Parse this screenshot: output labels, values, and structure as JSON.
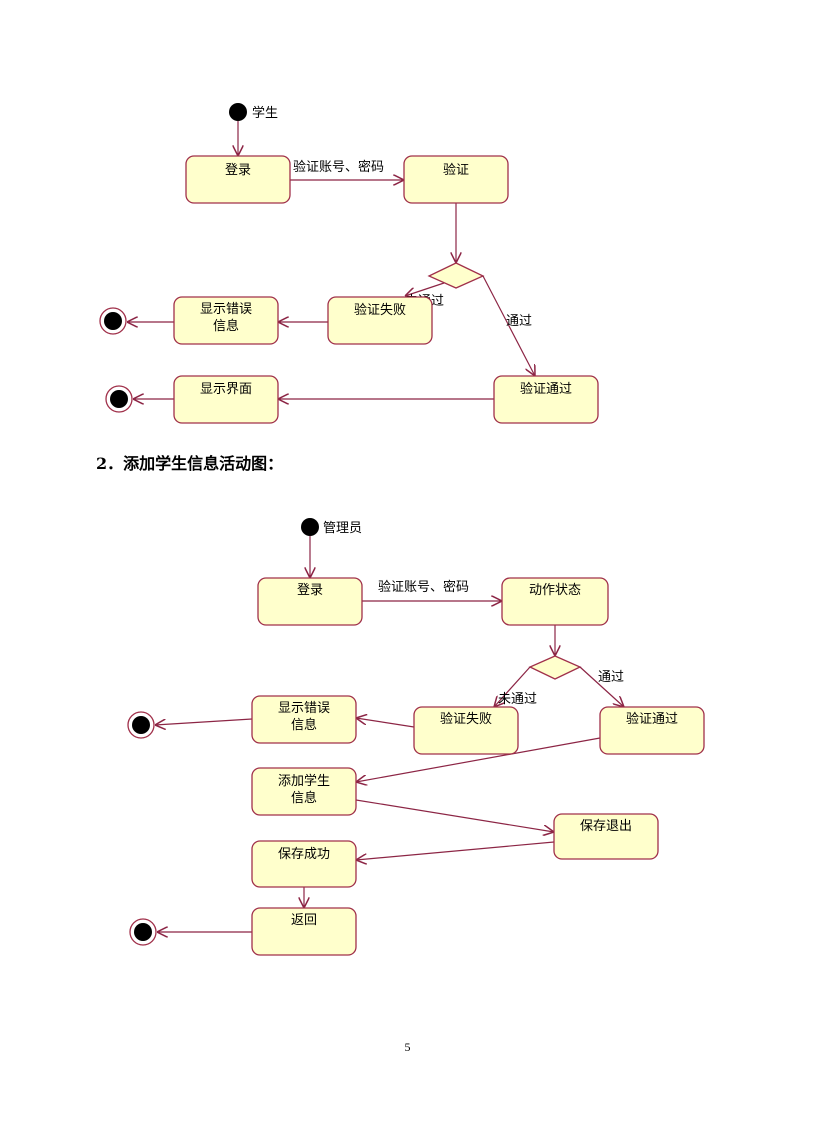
{
  "section_heading": "2．添加学生信息活动图：",
  "page_number": "5",
  "diagram1": {
    "actor": "学生",
    "nodes": {
      "login": [
        "登录"
      ],
      "verify": [
        "验证"
      ],
      "fail": [
        "验证失败"
      ],
      "error": [
        "显示错误",
        "信息"
      ],
      "pass": [
        "验证通过"
      ],
      "show": [
        "显示界面"
      ]
    },
    "edge_labels": {
      "login_to_verify": "验证账号、密码",
      "not_pass": "未通过",
      "pass": "通过"
    }
  },
  "diagram2": {
    "actor": "管理员",
    "nodes": {
      "login": [
        "登录"
      ],
      "action": [
        "动作状态"
      ],
      "fail": [
        "验证失败"
      ],
      "error": [
        "显示错误",
        "信息"
      ],
      "pass": [
        "验证通过"
      ],
      "add": [
        "添加学生",
        "信息"
      ],
      "save_exit": [
        "保存退出"
      ],
      "save_ok": [
        "保存成功"
      ],
      "back": [
        "返回"
      ]
    },
    "edge_labels": {
      "login_to_action": "验证账号、密码",
      "not_pass": "未通过",
      "pass": "通过"
    }
  },
  "colors": {
    "node_fill": "#ffffcc",
    "node_stroke": "#a0304a",
    "edge": "#8c2545",
    "initial": "#000000"
  }
}
